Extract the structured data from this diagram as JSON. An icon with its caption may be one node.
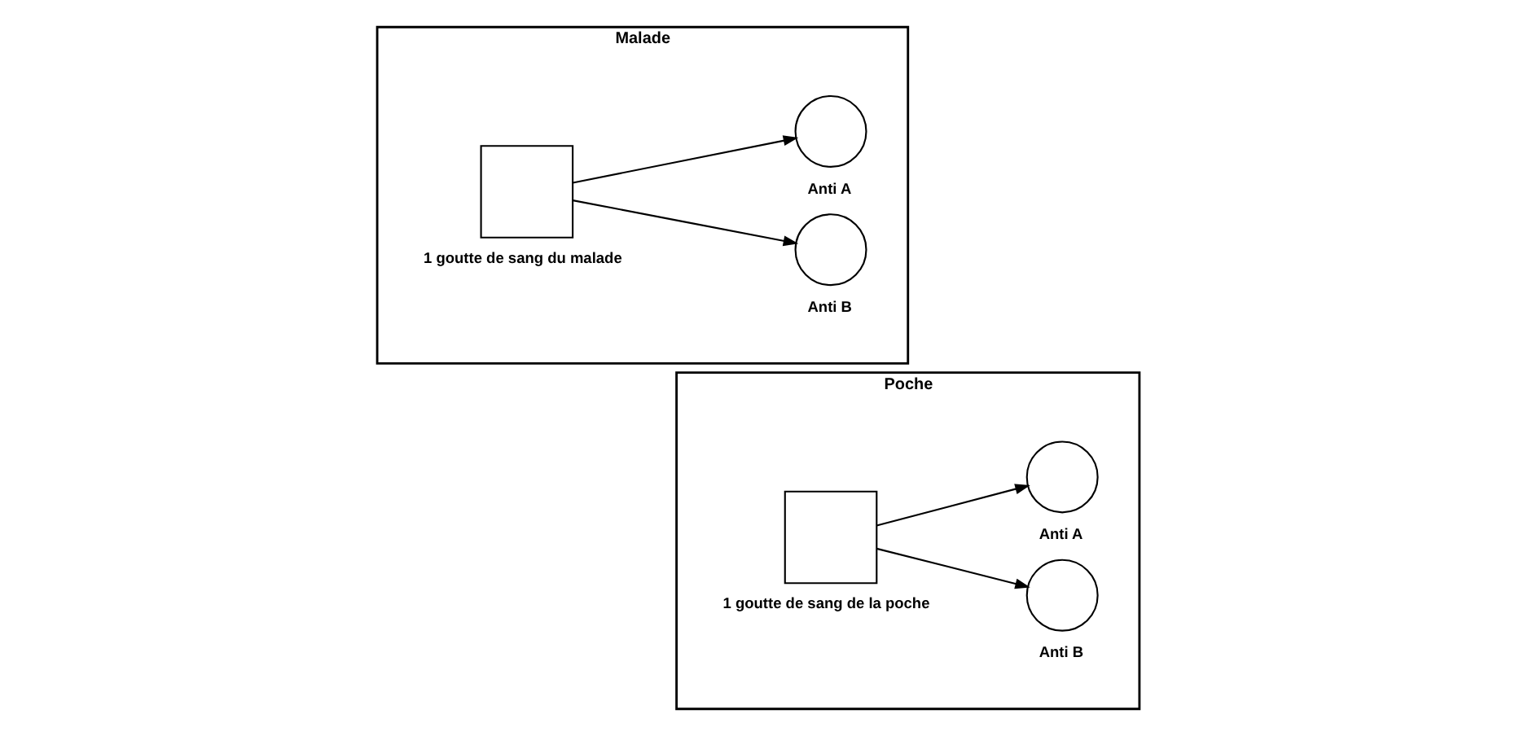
{
  "diagram": {
    "nodes": [
      {
        "text": [
          "Malade"
        ]
      },
      {
        "text": [],
        "shape": "box",
        "in": 0,
        "beside": [
          "1 goutte de sang du malade"
        ]
      },
      {
        "text": [],
        "shape": "circle",
        "in": 0,
        "beside": [
          "Anti A"
        ]
      },
      {
        "text": [],
        "shape": "circle",
        "in": 0,
        "beside": [
          "Anti B"
        ]
      },
      {
        "text": [
          "Poche"
        ]
      },
      {
        "text": [],
        "shape": "circle",
        "in": 4,
        "beside": [
          "Anti A"
        ]
      },
      {
        "text": [],
        "shape": "circle",
        "in": 4,
        "beside": [
          "Anti B"
        ]
      },
      {
        "text": [],
        "shape": "box",
        "in": 4,
        "beside": [
          "1 goutte de sang de la poche"
        ]
      }
    ],
    "edges": [
      {
        "from": 1,
        "to": 2,
        "arrow": "to"
      },
      {
        "from": 1,
        "to": 3,
        "arrow": "to"
      },
      {
        "from": 7,
        "to": 5,
        "arrow": "to"
      },
      {
        "from": 7,
        "to": 6,
        "arrow": "to"
      }
    ]
  }
}
